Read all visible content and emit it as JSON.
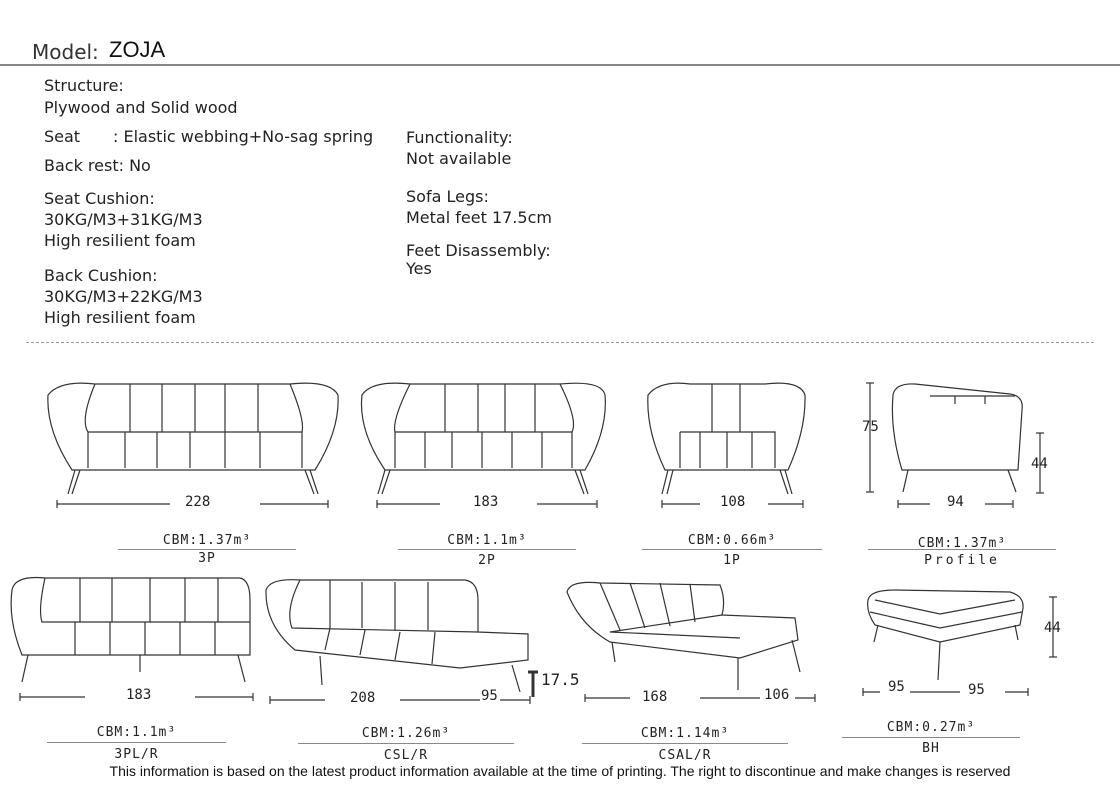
{
  "header": {
    "label": "Model:",
    "model": "ZOJA"
  },
  "specs": {
    "structure_label": "Structure:",
    "structure_value": "Plywood and Solid wood",
    "seat_label": "Seat",
    "seat_value": ":  Elastic webbing+No-sag spring",
    "backrest": "Back rest:  No",
    "seat_cushion_label": "Seat Cushion:",
    "seat_cushion_density": "30KG/M3+31KG/M3",
    "seat_cushion_foam": "High resilient foam",
    "back_cushion_label": "Back Cushion:",
    "back_cushion_density": "30KG/M3+22KG/M3",
    "back_cushion_foam": "High resilient foam",
    "functionality_label": "Functionality:",
    "functionality_value": "Not available",
    "legs_label": "Sofa Legs:",
    "legs_value": "Metal feet 17.5cm",
    "feet_label": "Feet Disassembly:",
    "feet_value": "Yes"
  },
  "products": [
    {
      "code": "3P",
      "cbm": "CBM:1.37m³",
      "dims": [
        "228"
      ]
    },
    {
      "code": "2P",
      "cbm": "CBM:1.1m³",
      "dims": [
        "183"
      ]
    },
    {
      "code": "1P",
      "cbm": "CBM:0.66m³",
      "dims": [
        "108"
      ]
    },
    {
      "code": "Profile",
      "cbm": "CBM:1.37m³",
      "dims": [
        "94",
        "75",
        "44"
      ]
    },
    {
      "code": "3PL/R",
      "cbm": "CBM:1.1m³",
      "dims": [
        "183"
      ]
    },
    {
      "code": "CSL/R",
      "cbm": "CBM:1.26m³",
      "dims": [
        "208",
        "95",
        "17.5"
      ]
    },
    {
      "code": "CSAL/R",
      "cbm": "CBM:1.14m³",
      "dims": [
        "168",
        "106"
      ]
    },
    {
      "code": "BH",
      "cbm": "CBM:0.27m³",
      "dims": [
        "95",
        "95",
        "44"
      ]
    }
  ],
  "footer": "This information is based on the latest product information available at the time of printing. The right to discontinue and make changes is reserved"
}
